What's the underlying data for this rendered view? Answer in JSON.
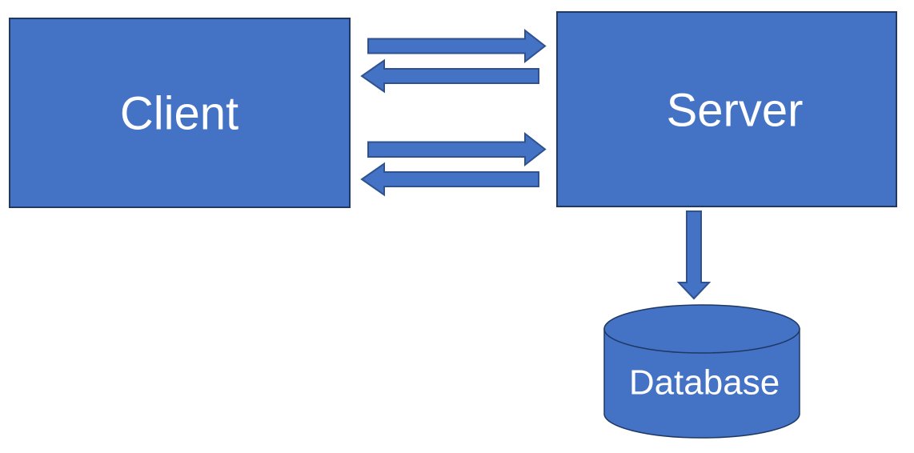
{
  "diagram": {
    "type": "architecture",
    "background_color": "#ffffff",
    "node_fill_color": "#4472c4",
    "node_border_color": "#1f3864",
    "arrow_fill_color": "#4472c4",
    "arrow_border_color": "#2f528f",
    "label_color": "#ffffff",
    "nodes": [
      {
        "id": "client",
        "label": "Client",
        "shape": "rectangle"
      },
      {
        "id": "server",
        "label": "Server",
        "shape": "rectangle"
      },
      {
        "id": "database",
        "label": "Database",
        "shape": "cylinder"
      }
    ],
    "connections": [
      {
        "from": "client",
        "to": "server",
        "style": "block-arrow",
        "direction": "right"
      },
      {
        "from": "server",
        "to": "client",
        "style": "block-arrow",
        "direction": "left"
      },
      {
        "from": "client",
        "to": "server",
        "style": "block-arrow",
        "direction": "right"
      },
      {
        "from": "server",
        "to": "client",
        "style": "block-arrow",
        "direction": "left"
      },
      {
        "from": "server",
        "to": "database",
        "style": "block-arrow",
        "direction": "down"
      }
    ]
  }
}
